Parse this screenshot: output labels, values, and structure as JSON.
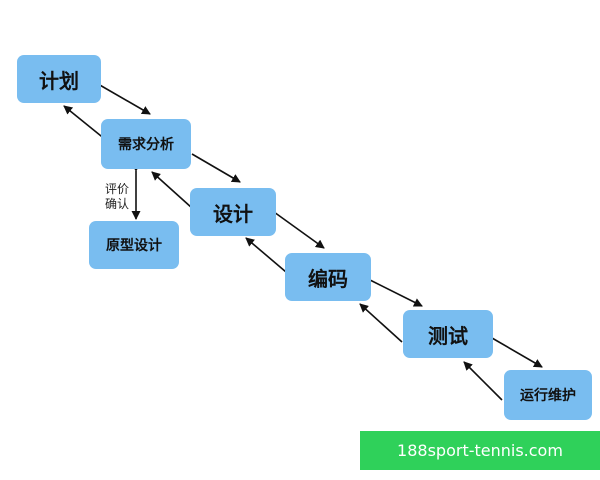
{
  "diagram": {
    "nodes": [
      {
        "id": "plan",
        "label": "计划"
      },
      {
        "id": "requirements",
        "label": "需求分析"
      },
      {
        "id": "prototype",
        "label": "原型设计"
      },
      {
        "id": "design",
        "label": "设计"
      },
      {
        "id": "coding",
        "label": "编码"
      },
      {
        "id": "testing",
        "label": "测试"
      },
      {
        "id": "maintenance",
        "label": "运行维护"
      }
    ],
    "review_note": [
      "评价",
      "确认"
    ],
    "colors": {
      "node_fill": "#79bdf0",
      "arrow": "#111111",
      "footer": "#2fd15a"
    }
  },
  "footer": {
    "text": "188sport-tennis.com"
  }
}
